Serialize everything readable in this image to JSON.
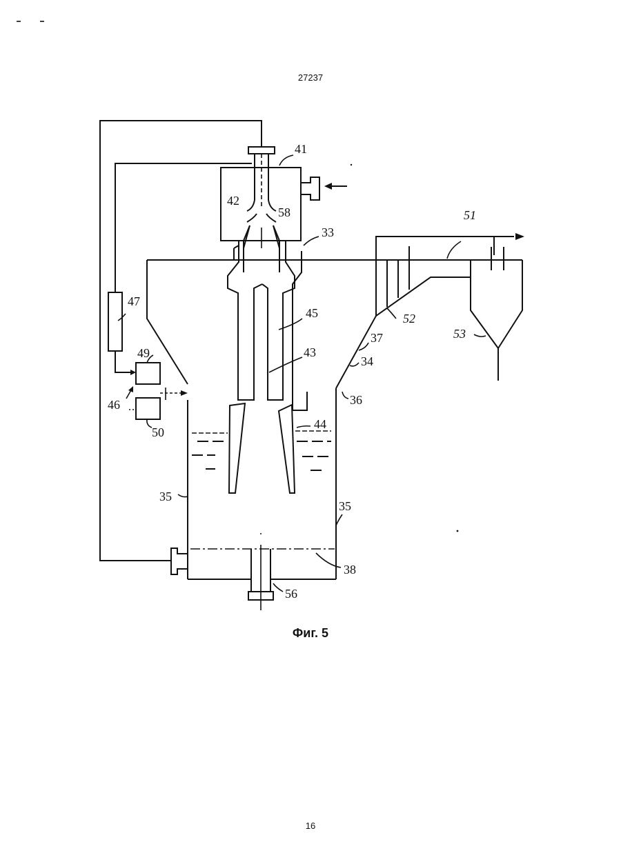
{
  "document": {
    "number": "27237",
    "page": "16",
    "figure_caption": "Фиг. 5"
  },
  "reference_labels": {
    "l33": "33",
    "l34": "34",
    "l35a": "35",
    "l35b": "35",
    "l36": "36",
    "l37": "37",
    "l38": "38",
    "l41": "41",
    "l42": "42",
    "l43": "43",
    "l44": "44",
    "l45": "45",
    "l46": "46",
    "l47": "47",
    "l49": "49",
    "l50": "50",
    "l51": "51",
    "l52": "52",
    "l53": "53",
    "l56": "56",
    "l58": "58"
  }
}
